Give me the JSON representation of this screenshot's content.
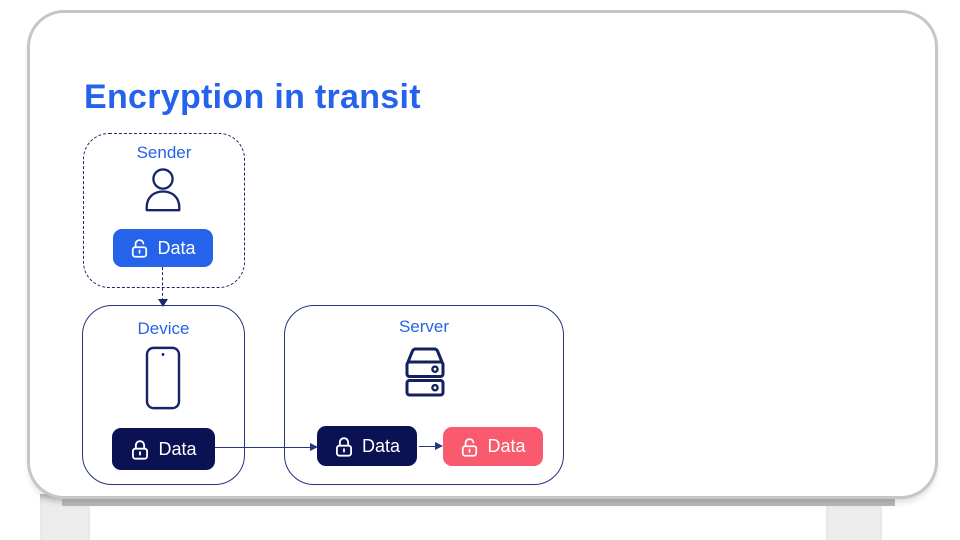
{
  "title": "Encryption in transit",
  "diagram": {
    "sender": {
      "label": "Sender",
      "icon": "person-icon",
      "chip": {
        "label": "Data",
        "lock_state": "unlocked",
        "color": "#2563EB"
      }
    },
    "device": {
      "label": "Device",
      "icon": "smartphone-icon",
      "chip": {
        "label": "Data",
        "lock_state": "locked",
        "color": "#0A1254"
      }
    },
    "server": {
      "label": "Server",
      "icon": "server-icon",
      "chips": [
        {
          "label": "Data",
          "lock_state": "locked",
          "color": "#0A1254"
        },
        {
          "label": "Data",
          "lock_state": "unlocked",
          "color": "#FA5A6E"
        }
      ]
    }
  },
  "colors": {
    "accent_blue": "#2563EB",
    "navy_outline": "#16246B",
    "dark_navy_chip": "#0A1254",
    "red_chip": "#FA5A6E",
    "box_border": "#27357E"
  }
}
